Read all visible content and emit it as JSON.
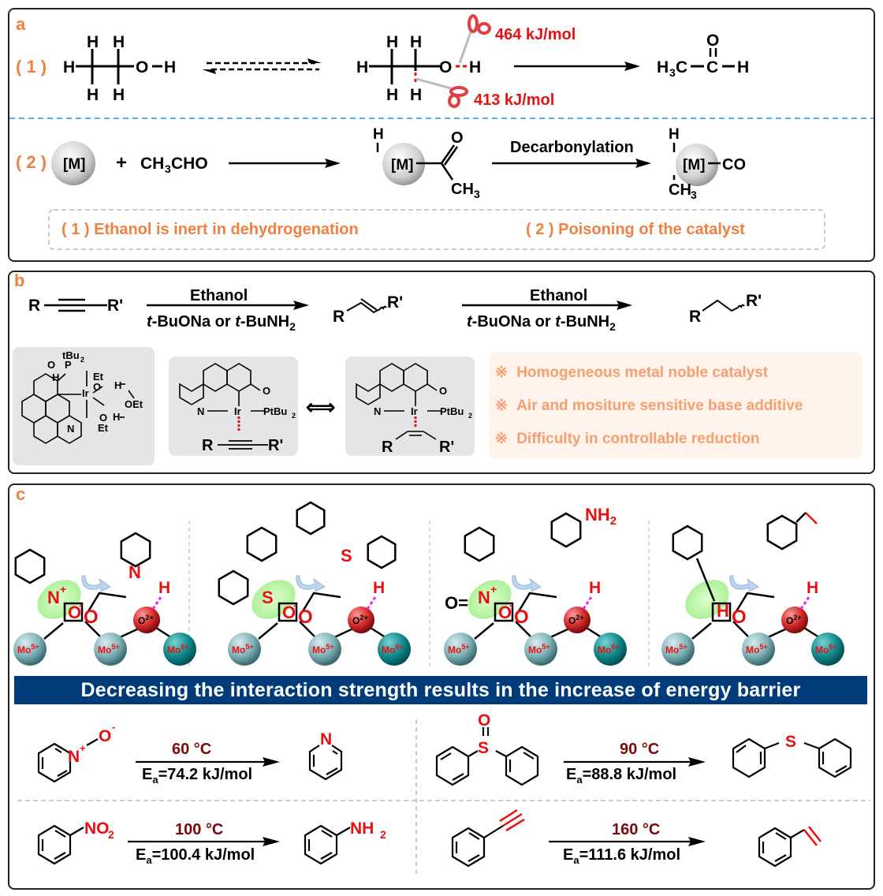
{
  "panel_a": {
    "label": "a",
    "step1": {
      "tag": "( 1 )",
      "ethanol_atoms": [
        "H",
        "H",
        "H",
        "H",
        "H",
        "O",
        "H"
      ],
      "bond_energy_oh": "464 kJ/mol",
      "bond_energy_ch": "413 kJ/mol",
      "product": {
        "left": "H",
        "sub": "3",
        "mid": "C",
        "carbonyl_c": "C",
        "o": "O",
        "h": "H"
      }
    },
    "step2": {
      "tag": "( 2 )",
      "metal": "[M]",
      "plus": "+",
      "reagent_main": "CH",
      "reagent_sub": "3",
      "reagent_tail": "CHO",
      "acyl_o": "O",
      "acyl_ch": "CH",
      "acyl_sub": "3",
      "h": "H",
      "arrow_label": "Decarbonylation",
      "co": "CO"
    },
    "notes": [
      "( 1 ) Ethanol is inert in dehydrogenation",
      "( 2 ) Poisoning of the catalyst"
    ]
  },
  "panel_b": {
    "label": "b",
    "alkyne": {
      "r": "R",
      "r2": "R'"
    },
    "arrow1": {
      "top": "Ethanol",
      "bottom_pre": "t",
      "bottom_mid": "-BuONa or ",
      "bottom_t": "t",
      "bottom_post": "-BuNH",
      "bottom_sub": "2"
    },
    "arrow2": {
      "top": "Ethanol",
      "bottom_pre": "t",
      "bottom_mid": "-BuONa or ",
      "bottom_t": "t",
      "bottom_post": "-BuNH",
      "bottom_sub": "2"
    },
    "alkene": {
      "r": "R",
      "r2": "R'"
    },
    "alkane": {
      "r": "R",
      "r2": "R'"
    },
    "complex1": {
      "tbu": "tBu",
      "tbu_sub": "2",
      "o": "O",
      "p": "P",
      "h": "H",
      "ir": "Ir",
      "et1": "Et",
      "o1": "O",
      "h1": "H",
      "oet": "OEt",
      "o2": "O",
      "h2": "H",
      "et2": "Et",
      "n": "N"
    },
    "complex2": {
      "n": "N",
      "ir": "Ir",
      "o": "O",
      "ptbu": "PtBu",
      "sub": "2",
      "r": "R",
      "r2": "R'"
    },
    "equilibrium_symbol": "⟺",
    "complex3": {
      "n": "N",
      "ir": "Ir",
      "o": "O",
      "ptbu": "PtBu",
      "sub": "2",
      "r": "R",
      "r2": "R'"
    },
    "drawbacks_marker": "※",
    "drawbacks": [
      "Homogeneous metal noble catalyst",
      "Air and mositure sensitive base additive",
      "Difficulty in controllable reduction"
    ]
  },
  "panel_c": {
    "label": "c",
    "mechanisms": [
      {
        "substrate": "pyridine N-oxide",
        "activated": "N",
        "charge": "+",
        "product_atom": "N"
      },
      {
        "substrate": "diphenyl sulfoxide",
        "activated": "S",
        "charge": "",
        "product_atom": "S"
      },
      {
        "substrate": "nitrobenzene",
        "activated": "N",
        "charge": "+",
        "product_atom": "NH2"
      },
      {
        "substrate": "phenylacetylene",
        "activated": "H",
        "charge": "",
        "product_atom": "vinyl"
      }
    ],
    "site_labels": {
      "mo5": "Mo",
      "mo5_sup": "5+",
      "mo6": "Mo",
      "mo6_sup": "6+",
      "o2": "O",
      "o2_sup": "2+",
      "h": "H",
      "o": "O",
      "ominus": "O",
      "ominus_sup": "-"
    },
    "banner": "Decreasing the interaction strength results in the increase of energy barrier",
    "reactions": [
      {
        "temp": "60 °C",
        "ea_pre": "E",
        "ea_sub": "a",
        "ea_val": "=74.2 kJ/mol",
        "substrate_label": "N",
        "substrate_charge": "+",
        "oxide": "O",
        "oxide_charge": "-",
        "product_label": "N"
      },
      {
        "temp": "90 °C",
        "ea_pre": "E",
        "ea_sub": "a",
        "ea_val": "=88.8 kJ/mol",
        "substrate_label": "S",
        "oxide": "O",
        "product_label": "S"
      },
      {
        "temp": "100 °C",
        "ea_pre": "E",
        "ea_sub": "a",
        "ea_val": "=100.4 kJ/mol",
        "substrate_label": "NO",
        "substrate_sub": "2",
        "product_label": "NH",
        "product_sub": "2"
      },
      {
        "temp": "160 °C",
        "ea_pre": "E",
        "ea_sub": "a",
        "ea_val": "=111.6 kJ/mol"
      }
    ]
  },
  "colors": {
    "accent_orange": "#f08040",
    "note_orange": "#f4a070",
    "red": "#e81010",
    "dark_red": "#7a0a0a",
    "banner_blue": "#003c7a",
    "divider_blue": "#5aaeee"
  }
}
